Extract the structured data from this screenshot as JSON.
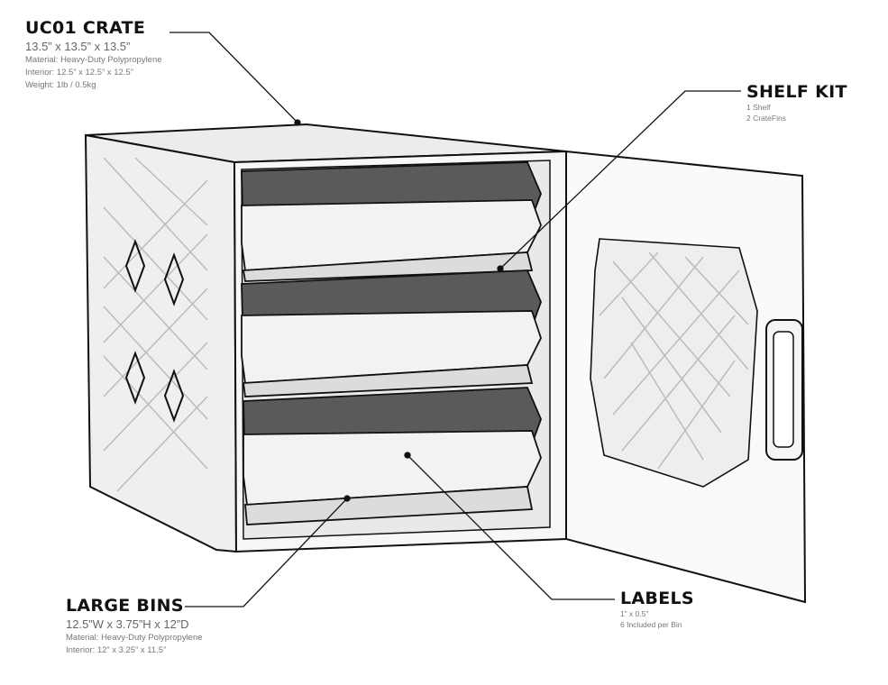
{
  "callouts": {
    "crate": {
      "title": "UC01 CRATE",
      "dimensions": "13.5” x 13.5” x 13.5”",
      "material": "Material: Heavy-Duty Polypropylene",
      "interior": "Interior: 12.5” x 12.5” x 12.5”",
      "weight": "Weight:  1lb / 0.5kg"
    },
    "shelf_kit": {
      "title": "SHELF KIT",
      "line1": "1 Shelf",
      "line2": "2 CrateFins"
    },
    "large_bins": {
      "title": "LARGE BINS",
      "dimensions": "12.5”W x 3.75”H x 12”D",
      "material": "Material: Heavy-Duty Polypropylene",
      "interior": "Interior: 12” x 3.25” x 11.5”"
    },
    "labels": {
      "title": "LABELS",
      "size": "1” x 0.5”",
      "included": "6 Included per Bin"
    }
  },
  "colors": {
    "line": "#111111",
    "crate_face": "#f4f4f4",
    "bin_interior": "#5a5a5a",
    "text_secondary": "#666666"
  }
}
